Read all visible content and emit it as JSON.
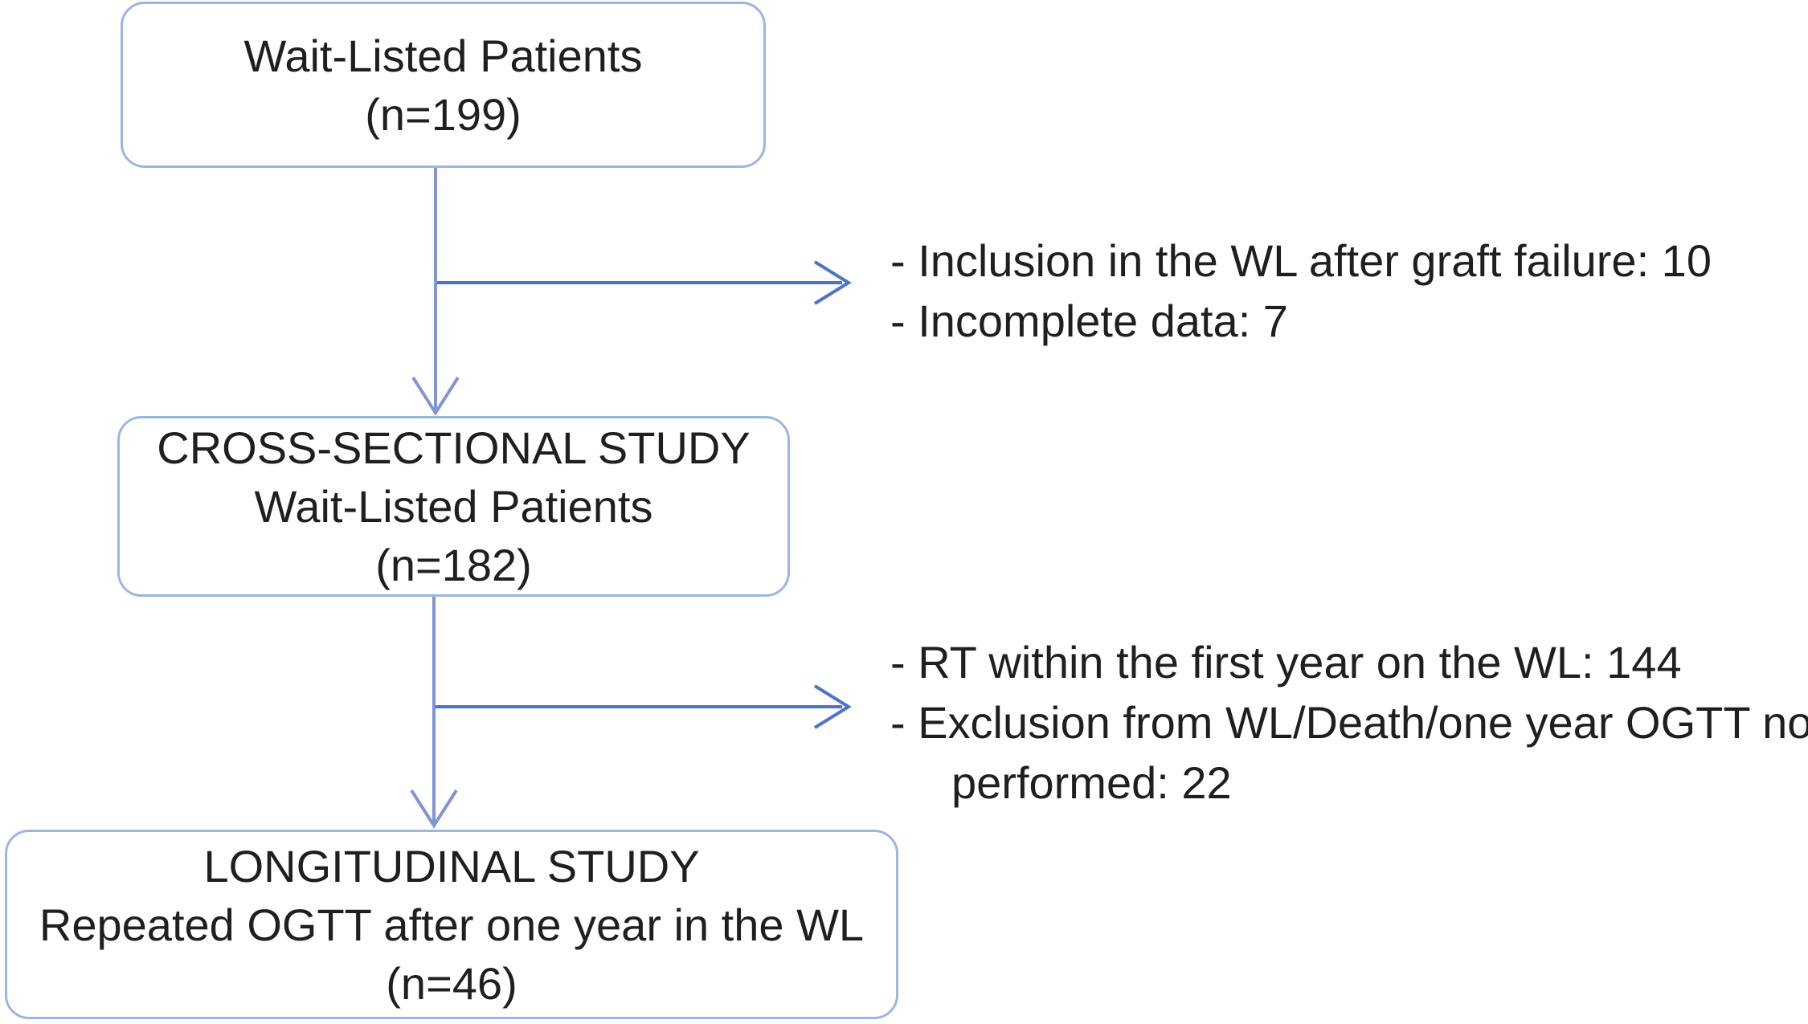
{
  "flowchart": {
    "boxes": [
      {
        "name": "wait-listed-patients",
        "lines": [
          "Wait-Listed Patients",
          "(n=199)"
        ]
      },
      {
        "name": "cross-sectional-study",
        "lines": [
          "CROSS-SECTIONAL STUDY",
          "Wait-Listed Patients",
          "(n=182)"
        ]
      },
      {
        "name": "longitudinal-study",
        "lines": [
          "LONGITUDINAL STUDY",
          "Repeated OGTT after one year in the WL",
          "(n=46)"
        ]
      }
    ],
    "side_notes": [
      {
        "name": "exclusions-after-wait-list",
        "lines": [
          "- Inclusion in the WL after graft failure: 10",
          "- Incomplete data: 7"
        ]
      },
      {
        "name": "exclusions-after-cross-sectional",
        "lines": [
          "- RT within the first year on the WL: 144",
          "- Exclusion from WL/Death/one year OGTT no",
          "performed: 22"
        ]
      }
    ],
    "colors": {
      "box_border": "#9bb6e3",
      "connector_vertical": "#8094d6",
      "connector_horizontal": "#4d73c8",
      "text": "#1f1f1f",
      "background": "#ffffff"
    }
  }
}
